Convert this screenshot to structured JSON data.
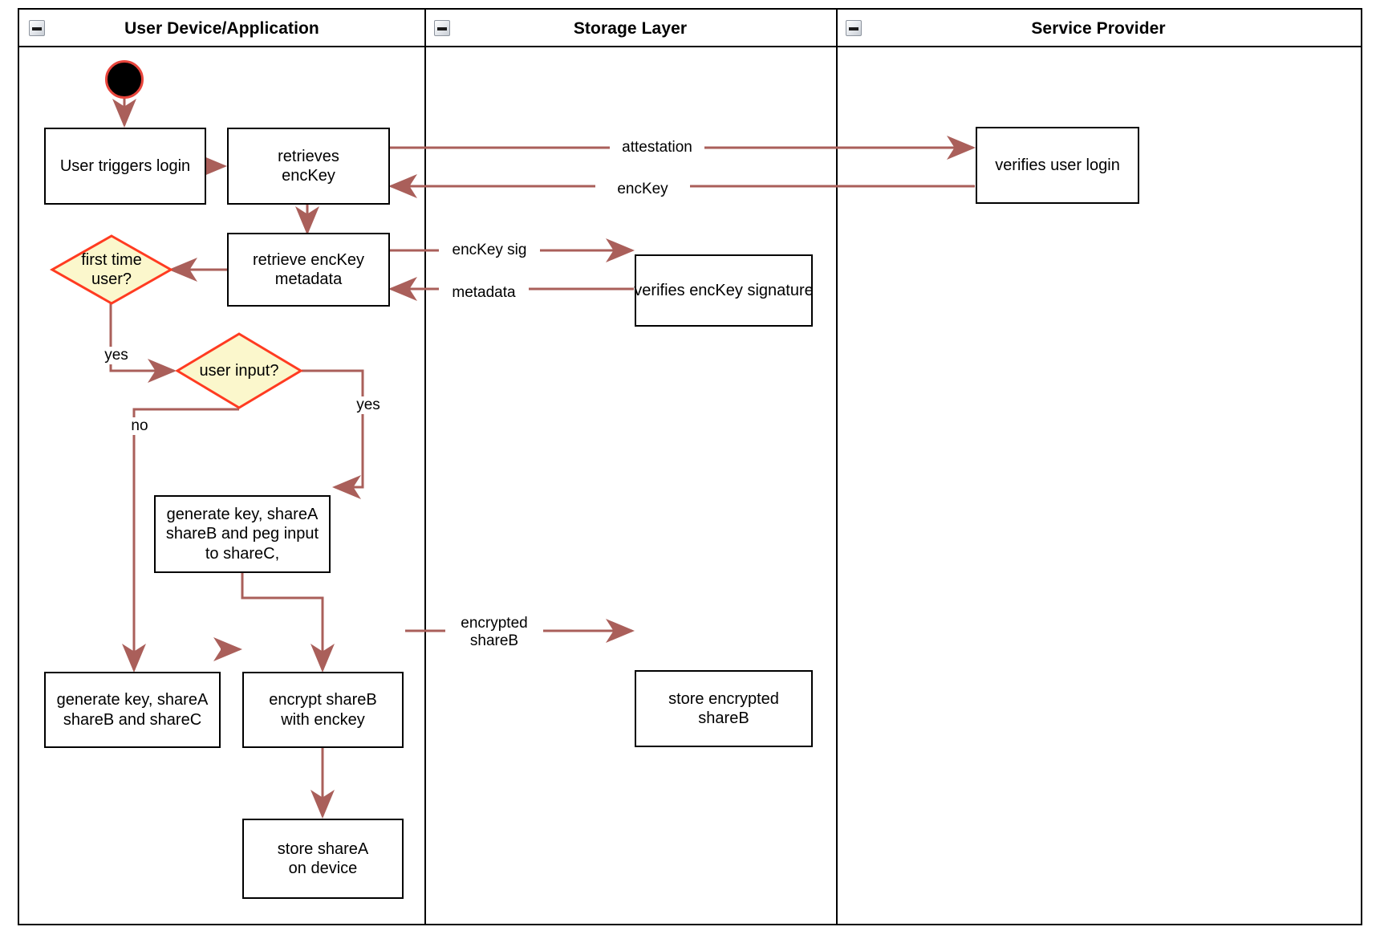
{
  "diagram": {
    "type": "uml-activity-swimlane",
    "title": "Login / key-share provisioning flow",
    "colors": {
      "edge": "#aa5f5a",
      "decision_border": "#ff3b21",
      "decision_fill": "#fbf7cc",
      "start_border": "#e8453c",
      "start_fill": "#000000",
      "node_border": "#000000",
      "lane_border": "#000000",
      "background": "#ffffff"
    }
  },
  "lanes": [
    {
      "id": "user-device",
      "label": "User Device/Application",
      "collapse_icon": "collapse-minus-icon"
    },
    {
      "id": "storage-layer",
      "label": "Storage Layer",
      "collapse_icon": "collapse-minus-icon"
    },
    {
      "id": "service-provider",
      "label": "Service Provider",
      "collapse_icon": "collapse-minus-icon"
    }
  ],
  "nodes": [
    {
      "id": "start",
      "kind": "initial",
      "lane": "user-device",
      "label": ""
    },
    {
      "id": "user-triggers-login",
      "kind": "action",
      "lane": "user-device",
      "label": "User triggers login"
    },
    {
      "id": "retrieves-enckey",
      "kind": "action",
      "lane": "user-device",
      "label": "retrieves\nencKey"
    },
    {
      "id": "retrieve-enckey-metadata",
      "kind": "action",
      "lane": "user-device",
      "label": "retrieve encKey\nmetadata"
    },
    {
      "id": "first-time-user",
      "kind": "decision",
      "lane": "user-device",
      "label": "first time\nuser?"
    },
    {
      "id": "user-input",
      "kind": "decision",
      "lane": "user-device",
      "label": "user input?"
    },
    {
      "id": "generate-peg-input",
      "kind": "action",
      "lane": "user-device",
      "label": "generate key, shareA\nshareB and peg input\nto shareC,"
    },
    {
      "id": "generate-shares",
      "kind": "action",
      "lane": "user-device",
      "label": "generate key, shareA\nshareB and shareC"
    },
    {
      "id": "encrypt-shareb",
      "kind": "action",
      "lane": "user-device",
      "label": "encrypt shareB\nwith enckey"
    },
    {
      "id": "store-sharea",
      "kind": "action",
      "lane": "user-device",
      "label": "store shareA\non device"
    },
    {
      "id": "verifies-enckey-signature",
      "kind": "action",
      "lane": "storage-layer",
      "label": "verifies encKey signature"
    },
    {
      "id": "store-encrypted-shareb",
      "kind": "action",
      "lane": "storage-layer",
      "label": "store encrypted\nshareB"
    },
    {
      "id": "verifies-user-login",
      "kind": "action",
      "lane": "service-provider",
      "label": "verifies user login"
    }
  ],
  "edges": [
    {
      "from": "start",
      "to": "user-triggers-login",
      "label": ""
    },
    {
      "from": "user-triggers-login",
      "to": "retrieves-enckey",
      "label": ""
    },
    {
      "from": "retrieves-enckey",
      "to": "verifies-user-login",
      "label": "attestation"
    },
    {
      "from": "verifies-user-login",
      "to": "retrieves-enckey",
      "label": "encKey"
    },
    {
      "from": "retrieves-enckey",
      "to": "retrieve-enckey-metadata",
      "label": ""
    },
    {
      "from": "retrieve-enckey-metadata",
      "to": "verifies-enckey-signature",
      "label": "encKey sig"
    },
    {
      "from": "verifies-enckey-signature",
      "to": "retrieve-enckey-metadata",
      "label": "metadata"
    },
    {
      "from": "retrieve-enckey-metadata",
      "to": "first-time-user",
      "label": ""
    },
    {
      "from": "first-time-user",
      "to": "user-input",
      "label": "yes"
    },
    {
      "from": "user-input",
      "to": "generate-peg-input",
      "label": "yes"
    },
    {
      "from": "user-input",
      "to": "generate-shares",
      "label": "no"
    },
    {
      "from": "generate-peg-input",
      "to": "encrypt-shareb",
      "label": ""
    },
    {
      "from": "generate-shares",
      "to": "encrypt-shareb",
      "label": ""
    },
    {
      "from": "encrypt-shareb",
      "to": "store-encrypted-shareb",
      "label": "encrypted\nshareB"
    },
    {
      "from": "encrypt-shareb",
      "to": "store-sharea",
      "label": ""
    }
  ],
  "edge_labels": {
    "attestation": "attestation",
    "enckey": "encKey",
    "enckey_sig": "encKey sig",
    "metadata": "metadata",
    "yes_first_time": "yes",
    "yes_user_input": "yes",
    "no_user_input": "no",
    "encrypted_shareb": "encrypted\nshareB"
  }
}
